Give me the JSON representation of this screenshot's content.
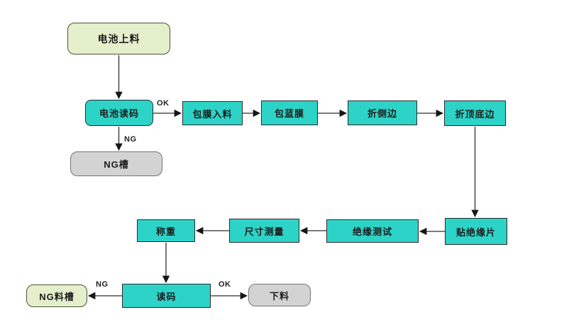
{
  "diagram": {
    "background": "#ffffff",
    "nodes": [
      {
        "id": "battery-loading",
        "label": "电池上料",
        "shape": "rounded",
        "fill": "#E4EFCB"
      },
      {
        "id": "battery-code-read",
        "label": "电池读码",
        "shape": "rounded",
        "fill": "#2ED3C7"
      },
      {
        "id": "ng-slot",
        "label": "NG槽",
        "shape": "rounded",
        "fill": "#D3D3D3"
      },
      {
        "id": "film-wrap-feed",
        "label": "包膜入料",
        "shape": "rect",
        "fill": "#2ED3C7"
      },
      {
        "id": "blue-film-wrap",
        "label": "包蓝膜",
        "shape": "rect",
        "fill": "#2ED3C7"
      },
      {
        "id": "fold-side-edge",
        "label": "折侧边",
        "shape": "rect",
        "fill": "#2ED3C7"
      },
      {
        "id": "fold-top-bottom-edge",
        "label": "折顶底边",
        "shape": "rect",
        "fill": "#2ED3C7"
      },
      {
        "id": "attach-insulation-sheet",
        "label": "贴绝缘片",
        "shape": "rect",
        "fill": "#2ED3C7"
      },
      {
        "id": "insulation-test",
        "label": "绝缘测试",
        "shape": "rect",
        "fill": "#2ED3C7"
      },
      {
        "id": "dimension-measure",
        "label": "尺寸测量",
        "shape": "rect",
        "fill": "#2ED3C7"
      },
      {
        "id": "weighing",
        "label": "称重",
        "shape": "rect",
        "fill": "#2ED3C7"
      },
      {
        "id": "code-read",
        "label": "读码",
        "shape": "rect",
        "fill": "#2ED3C7"
      },
      {
        "id": "ng-material-slot",
        "label": "NG料槽",
        "shape": "rounded",
        "fill": "#E4EFCB"
      },
      {
        "id": "unloading",
        "label": "下料",
        "shape": "rounded",
        "fill": "#D3D3D3"
      }
    ],
    "edges": [
      {
        "from": "battery-loading",
        "to": "battery-code-read",
        "label": ""
      },
      {
        "from": "battery-code-read",
        "to": "film-wrap-feed",
        "label": "OK"
      },
      {
        "from": "battery-code-read",
        "to": "ng-slot",
        "label": "NG"
      },
      {
        "from": "film-wrap-feed",
        "to": "blue-film-wrap",
        "label": ""
      },
      {
        "from": "blue-film-wrap",
        "to": "fold-side-edge",
        "label": ""
      },
      {
        "from": "fold-side-edge",
        "to": "fold-top-bottom-edge",
        "label": ""
      },
      {
        "from": "fold-top-bottom-edge",
        "to": "attach-insulation-sheet",
        "label": ""
      },
      {
        "from": "attach-insulation-sheet",
        "to": "insulation-test",
        "label": ""
      },
      {
        "from": "insulation-test",
        "to": "dimension-measure",
        "label": ""
      },
      {
        "from": "dimension-measure",
        "to": "weighing",
        "label": ""
      },
      {
        "from": "weighing",
        "to": "code-read",
        "label": ""
      },
      {
        "from": "code-read",
        "to": "ng-material-slot",
        "label": "NG"
      },
      {
        "from": "code-read",
        "to": "unloading",
        "label": "OK"
      }
    ],
    "colors": {
      "process_fill": "#2ED3C7",
      "start_end_fill": "#E4EFCB",
      "ng_gray_fill": "#D3D3D3",
      "line": "#2f2f2f"
    }
  }
}
